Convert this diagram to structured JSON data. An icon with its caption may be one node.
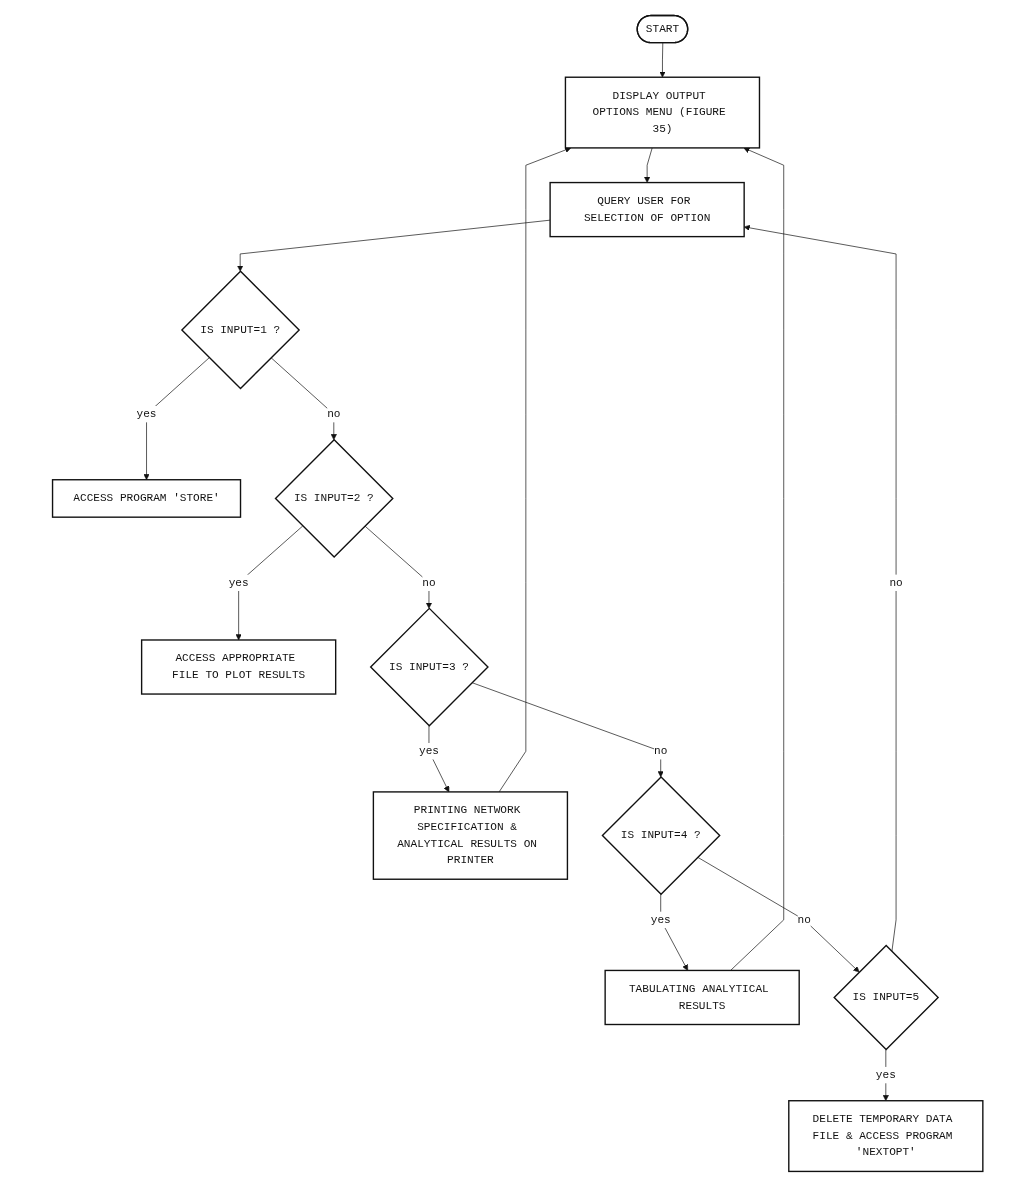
{
  "diagram": {
    "nodes": [
      {
        "text": [
          "START"
        ]
      },
      {
        "text": [
          "DISPLAY OUTPUT OPTIONS MENU (FIGURE 35)"
        ]
      },
      {
        "text": [
          "QUERY USER FOR SELECTION OF OPTION"
        ]
      },
      {
        "text": [
          "ACCESS PROGRAM 'STORE'"
        ]
      },
      {
        "text": [
          "IS INPUT=1 ?"
        ]
      },
      {
        "text": [
          "ACCESS APPROPRIATE FILE TO PLOT RESULTS"
        ]
      },
      {
        "text": [
          "IS INPUT=2 ?"
        ]
      },
      {
        "text": [
          "PRINTING NETWORK SPECIFICATION & ANALYTICAL RESULTS ON PRINTER"
        ]
      },
      {
        "text": [
          "IS INPUT=3 ?"
        ]
      },
      {
        "text": [
          "TABULATING ANALYTICAL RESULTS"
        ]
      },
      {
        "text": [
          "IS INPUT=4 ?"
        ]
      },
      {
        "text": [
          "DELETE TEMPORARY DATA FILE & ACCESS PROGRAM 'NEXTOPT'"
        ]
      },
      {
        "text": [
          "IS INPUT=5"
        ]
      }
    ],
    "edges": [
      {
        "from": 0,
        "to": 1,
        "arrow": "to"
      },
      {
        "from": 1,
        "to": 2,
        "arrow": "to"
      },
      {
        "from": 2,
        "to": 4,
        "arrow": "to"
      },
      {
        "from": 4,
        "to": 3,
        "arrow": "to",
        "label": "yes"
      },
      {
        "from": 4,
        "to": 6,
        "arrow": "to",
        "label": "no"
      },
      {
        "from": 6,
        "to": 5,
        "arrow": "to",
        "label": "yes"
      },
      {
        "from": 6,
        "to": 8,
        "arrow": "to",
        "label": "no"
      },
      {
        "from": 8,
        "to": 7,
        "arrow": "to",
        "label": "yes"
      },
      {
        "from": 8,
        "to": 10,
        "arrow": "to",
        "label": "no"
      },
      {
        "from": 10,
        "to": 9,
        "arrow": "to",
        "label": "yes"
      },
      {
        "from": 10,
        "to": 12,
        "arrow": "to",
        "label": "no"
      },
      {
        "from": 12,
        "to": 11,
        "arrow": "to",
        "label": "yes"
      },
      {
        "from": 12,
        "to": 2,
        "arrow": "to",
        "label": "no"
      },
      {
        "from": 7,
        "to": 1,
        "arrow": "to"
      },
      {
        "from": 9,
        "to": 1,
        "arrow": "to"
      }
    ]
  }
}
